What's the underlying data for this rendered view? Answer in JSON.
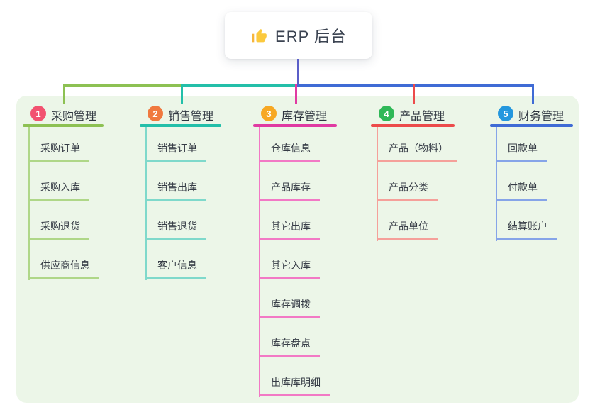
{
  "root": {
    "label": "ERP 后台",
    "icon": "thumbs-up-icon",
    "icon_color": "#F6B63C",
    "connector_color": "#5A5EC8"
  },
  "panel_color": "#ECF6E8",
  "branches": [
    {
      "num": "1",
      "label": "采购管理",
      "badge_color": "#F25270",
      "line_color": "#8DC153",
      "child_line_color": "#AFD788",
      "children": [
        "采购订单",
        "采购入库",
        "采购退货",
        "供应商信息"
      ]
    },
    {
      "num": "2",
      "label": "销售管理",
      "badge_color": "#F0793F",
      "line_color": "#23BFA9",
      "child_line_color": "#7FD9CB",
      "children": [
        "销售订单",
        "销售出库",
        "销售退货",
        "客户信息"
      ]
    },
    {
      "num": "3",
      "label": "库存管理",
      "badge_color": "#F7A823",
      "line_color": "#E03AA2",
      "child_line_color": "#F279C5",
      "children": [
        "仓库信息",
        "产品库存",
        "其它出库",
        "其它入库",
        "库存调拨",
        "库存盘点",
        "出库库明细"
      ]
    },
    {
      "num": "4",
      "label": "产品管理",
      "badge_color": "#2FB857",
      "line_color": "#EC4B4B",
      "child_line_color": "#F5A09A",
      "children": [
        "产品（物料）",
        "产品分类",
        "产品单位"
      ]
    },
    {
      "num": "5",
      "label": "财务管理",
      "badge_color": "#2497DE",
      "line_color": "#3F6BD5",
      "child_line_color": "#86A4E8",
      "children": [
        "回款单",
        "付款单",
        "结算账户"
      ]
    }
  ]
}
